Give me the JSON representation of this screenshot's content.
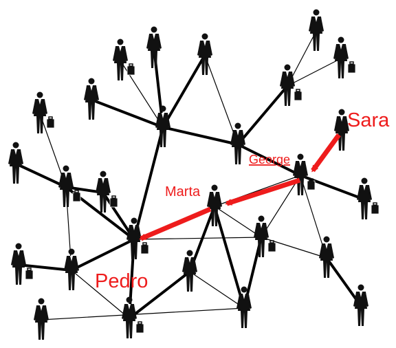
{
  "labels": {
    "sara": "Sara",
    "george": "George",
    "marta": "Marta",
    "pedro": "Pedro"
  },
  "colors": {
    "highlight": "#ee1c1c",
    "figure": "#111111",
    "edge": "#000000"
  },
  "highlighted_path": [
    "Sara",
    "George",
    "Marta",
    "Pedro"
  ]
}
